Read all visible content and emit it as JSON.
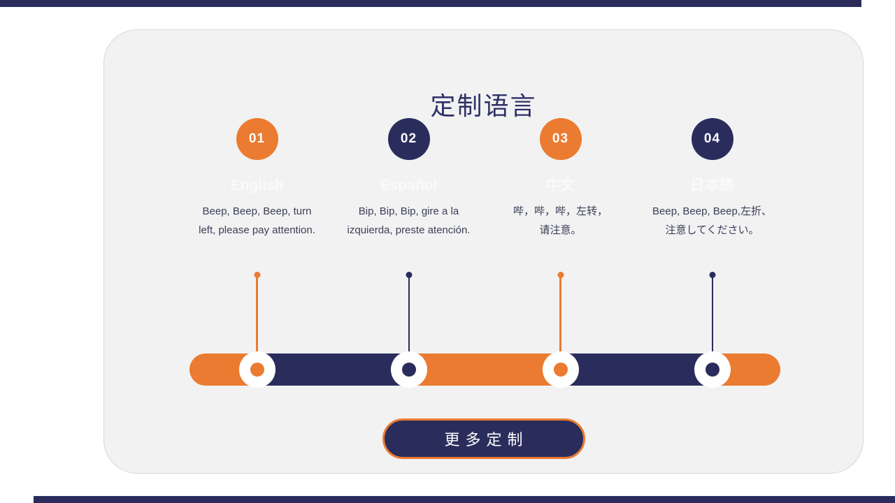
{
  "page": {
    "title": "定制语言",
    "button_label": "更多定制"
  },
  "colors": {
    "orange": "#EA7B31",
    "navy": "#2A2D5C",
    "card_bg": "#F2F2F3",
    "card_border": "#D8D8DA",
    "title_color": "#2F3166",
    "text_color": "#3B3E55",
    "ghost_color": "#FAFAFB"
  },
  "items": [
    {
      "number": "01",
      "language": "English",
      "description_line1": "Beep, Beep, Beep, turn",
      "description_line2": "left, please pay attention.",
      "accent": "orange"
    },
    {
      "number": "02",
      "language": "Español",
      "description_line1": "Bip, Bip, Bip, gire a la",
      "description_line2": "izquierda, preste atención.",
      "accent": "navy"
    },
    {
      "number": "03",
      "language": "中文",
      "description_line1": "哔，哔，哔，左转，",
      "description_line2": "请注意。",
      "accent": "orange"
    },
    {
      "number": "04",
      "language": "日本語",
      "description_line1": "Beep, Beep, Beep,左折、",
      "description_line2": "注意してください。",
      "accent": "navy"
    }
  ]
}
